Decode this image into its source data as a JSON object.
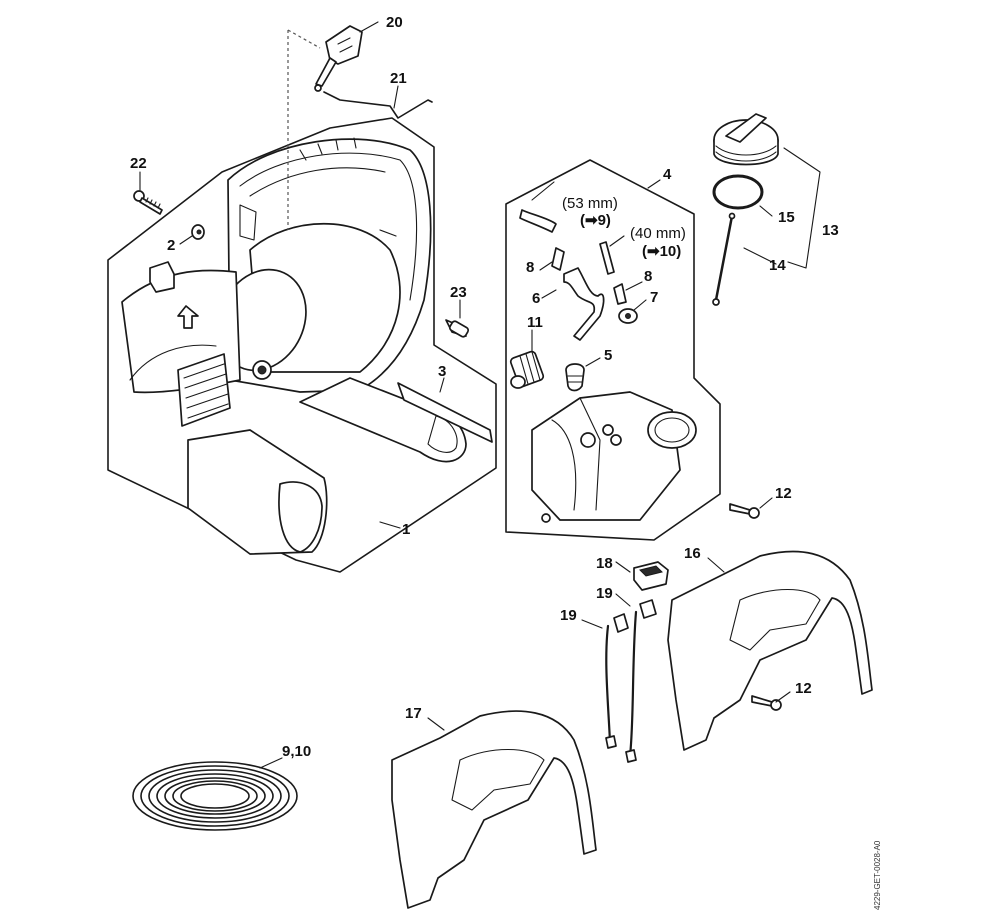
{
  "diagram": {
    "type": "exploded-parts-diagram",
    "document_id": "4229-GET-0028-A0",
    "callouts": [
      {
        "id": "1",
        "label": "1"
      },
      {
        "id": "2",
        "label": "2"
      },
      {
        "id": "3",
        "label": "3"
      },
      {
        "id": "4",
        "label": "4"
      },
      {
        "id": "5",
        "label": "5"
      },
      {
        "id": "6",
        "label": "6"
      },
      {
        "id": "7",
        "label": "7"
      },
      {
        "id": "8a",
        "label": "8"
      },
      {
        "id": "8b",
        "label": "8"
      },
      {
        "id": "9_10",
        "label": "9,10"
      },
      {
        "id": "11",
        "label": "11"
      },
      {
        "id": "12a",
        "label": "12"
      },
      {
        "id": "12b",
        "label": "12"
      },
      {
        "id": "13",
        "label": "13"
      },
      {
        "id": "14",
        "label": "14"
      },
      {
        "id": "15",
        "label": "15"
      },
      {
        "id": "16",
        "label": "16"
      },
      {
        "id": "17",
        "label": "17"
      },
      {
        "id": "18",
        "label": "18"
      },
      {
        "id": "19a",
        "label": "19"
      },
      {
        "id": "19b",
        "label": "19"
      },
      {
        "id": "20",
        "label": "20"
      },
      {
        "id": "21",
        "label": "21"
      },
      {
        "id": "22",
        "label": "22"
      },
      {
        "id": "23",
        "label": "23"
      }
    ],
    "notes": {
      "hose_53": {
        "length": "(53 mm)",
        "ref_open": "(",
        "ref_arrow": "➡",
        "ref_num": "9",
        "ref_close": ")"
      },
      "hose_40": {
        "length": "(40 mm)",
        "ref_open": "(",
        "ref_arrow": "➡",
        "ref_num": "10",
        "ref_close": ")"
      }
    },
    "parts": [
      {
        "ref": "1",
        "name": "housing-assembly"
      },
      {
        "ref": "2",
        "name": "plug"
      },
      {
        "ref": "3",
        "name": "nozzle-insert"
      },
      {
        "ref": "4",
        "name": "fuel-tank-assembly"
      },
      {
        "ref": "5",
        "name": "tank-vent"
      },
      {
        "ref": "6",
        "name": "fuel-hose"
      },
      {
        "ref": "7",
        "name": "grommet"
      },
      {
        "ref": "8",
        "name": "hose-connector"
      },
      {
        "ref": "9,10",
        "name": "bulk-fuel-hose"
      },
      {
        "ref": "11",
        "name": "fuel-pickup-filter"
      },
      {
        "ref": "12",
        "name": "screw"
      },
      {
        "ref": "13",
        "name": "fuel-cap-assembly"
      },
      {
        "ref": "14",
        "name": "retaining-strap"
      },
      {
        "ref": "15",
        "name": "cap-seal-ring"
      },
      {
        "ref": "16",
        "name": "handle-shell-right"
      },
      {
        "ref": "17",
        "name": "handle-shell-left"
      },
      {
        "ref": "18",
        "name": "rocker-switch"
      },
      {
        "ref": "19",
        "name": "switch-lead"
      },
      {
        "ref": "20",
        "name": "throttle-trigger"
      },
      {
        "ref": "21",
        "name": "throttle-rod"
      },
      {
        "ref": "22",
        "name": "screw"
      },
      {
        "ref": "23",
        "name": "pin"
      }
    ]
  }
}
